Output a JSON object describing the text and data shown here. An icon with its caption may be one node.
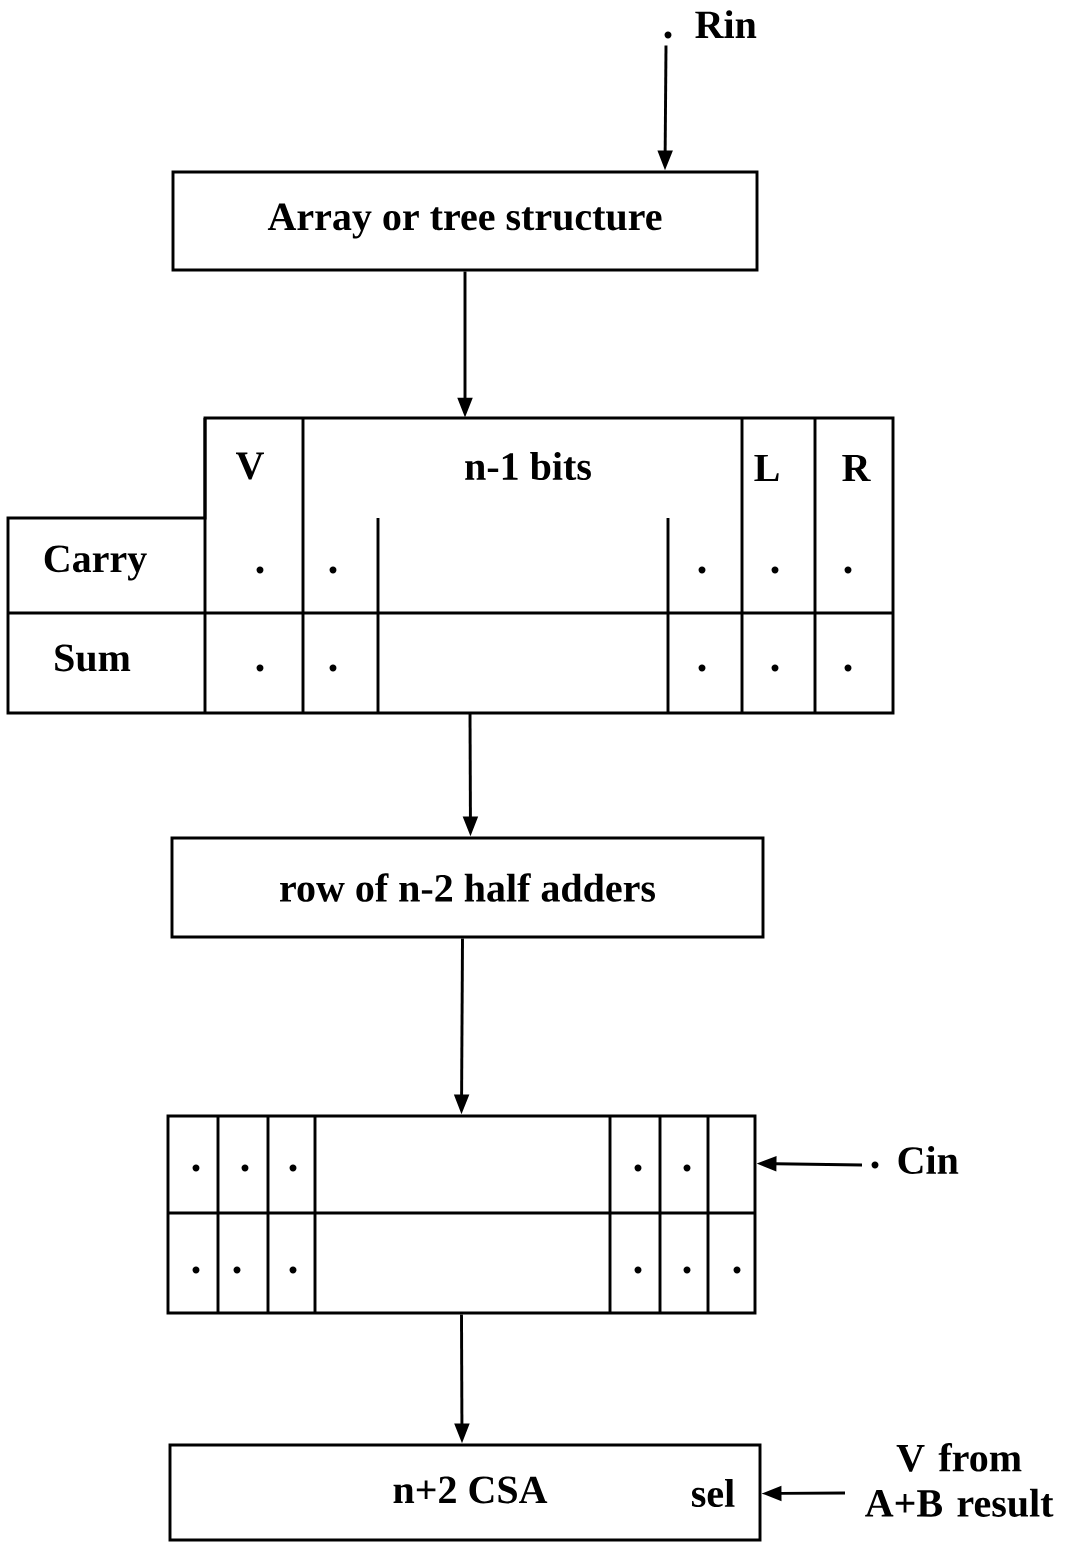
{
  "diagram": {
    "nodes": [
      {
        "text": [
          "Rin"
        ]
      },
      {
        "text": [
          "Array or tree structure"
        ]
      },
      {
        "text": [
          "V",
          "n-1 bits",
          "L",
          "R",
          "Carry",
          "Sum"
        ]
      },
      {
        "text": [
          "row of n-2 half adders"
        ]
      },
      {
        "text": [],
        "shape": "box"
      },
      {
        "text": [
          "Cin"
        ]
      },
      {
        "text": [
          "n+2 CSA",
          "sel"
        ]
      },
      {
        "text": [
          "V from A+B result"
        ]
      }
    ],
    "edges": [
      {
        "from": 0,
        "to": 1,
        "arrow": "to"
      },
      {
        "from": 1,
        "to": 2,
        "arrow": "to"
      },
      {
        "from": 2,
        "to": 3,
        "arrow": "to"
      },
      {
        "from": 3,
        "to": 4,
        "arrow": "to"
      },
      {
        "from": 5,
        "to": 4,
        "arrow": "to"
      },
      {
        "from": 4,
        "to": 6,
        "arrow": "to"
      },
      {
        "from": 7,
        "to": 6,
        "arrow": "to"
      }
    ]
  }
}
